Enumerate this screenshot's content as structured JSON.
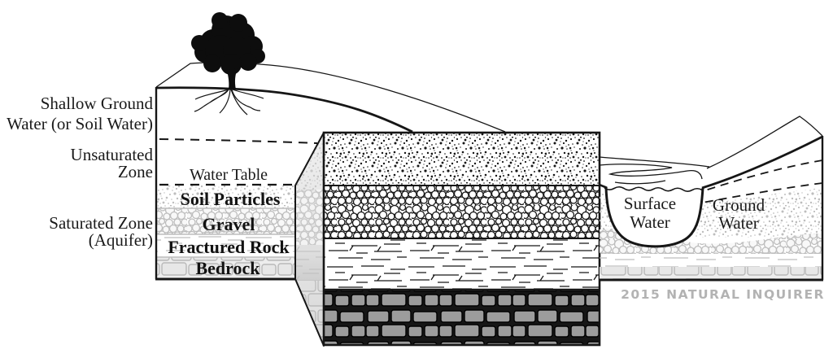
{
  "diagram": {
    "zone_labels": {
      "shallow_ground_water": {
        "line1": "Shallow Ground",
        "line2": "Water (or Soil Water)"
      },
      "unsaturated_zone": {
        "line1": "Unsaturated",
        "line2": "Zone"
      },
      "saturated_zone": {
        "line1": "Saturated Zone",
        "line2": "(Aquifer)"
      },
      "water_table": "Water Table"
    },
    "layers": [
      {
        "label": "Soil Particles",
        "texture": "stippled-dots"
      },
      {
        "label": "Gravel",
        "texture": "pebbles"
      },
      {
        "label": "Fractured Rock",
        "texture": "horizontal-fracture-lines"
      },
      {
        "label": "Bedrock",
        "texture": "dark-stone-blocks"
      }
    ],
    "water_features": {
      "surface_water": {
        "line1": "Surface",
        "line2": "Water"
      },
      "ground_water": {
        "line1": "Ground",
        "line2": "Water"
      }
    },
    "watermark": "2015 NATURAL INQUIRER",
    "colors": {
      "line": "#161616",
      "faded_texture": "#bdbdbd",
      "bedrock_block_fill": "#9c9c9c",
      "watermark_gray": "#b3b3b3",
      "background": "#ffffff"
    }
  }
}
